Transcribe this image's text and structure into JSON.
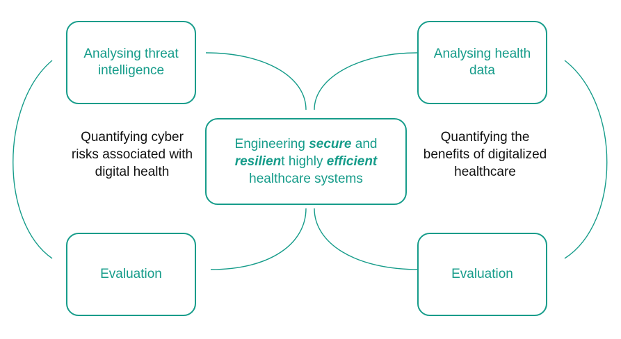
{
  "boxes": {
    "top_left": {
      "line1": "Analysing threat",
      "line2": "intelligence"
    },
    "top_right": {
      "line1": "Analysing health",
      "line2": "data"
    },
    "bottom_left": {
      "label": "Evaluation"
    },
    "bottom_right": {
      "label": "Evaluation"
    }
  },
  "center": {
    "line1_pre": "Engineering ",
    "line1_em": "secure",
    "line1_post": " and",
    "line2_em": "resilien",
    "line2_mid": "t highly ",
    "line2_em2": "efficient",
    "line3": "healthcare systems"
  },
  "left_text": {
    "line1": "Quantifying cyber",
    "line2": "risks associated with",
    "line3": "digital health"
  },
  "right_text": {
    "line1": "Quantifying the",
    "line2": "benefits of digitalized",
    "line3": "healthcare"
  },
  "colors": {
    "accent": "#169c8a",
    "text": "#111111"
  }
}
